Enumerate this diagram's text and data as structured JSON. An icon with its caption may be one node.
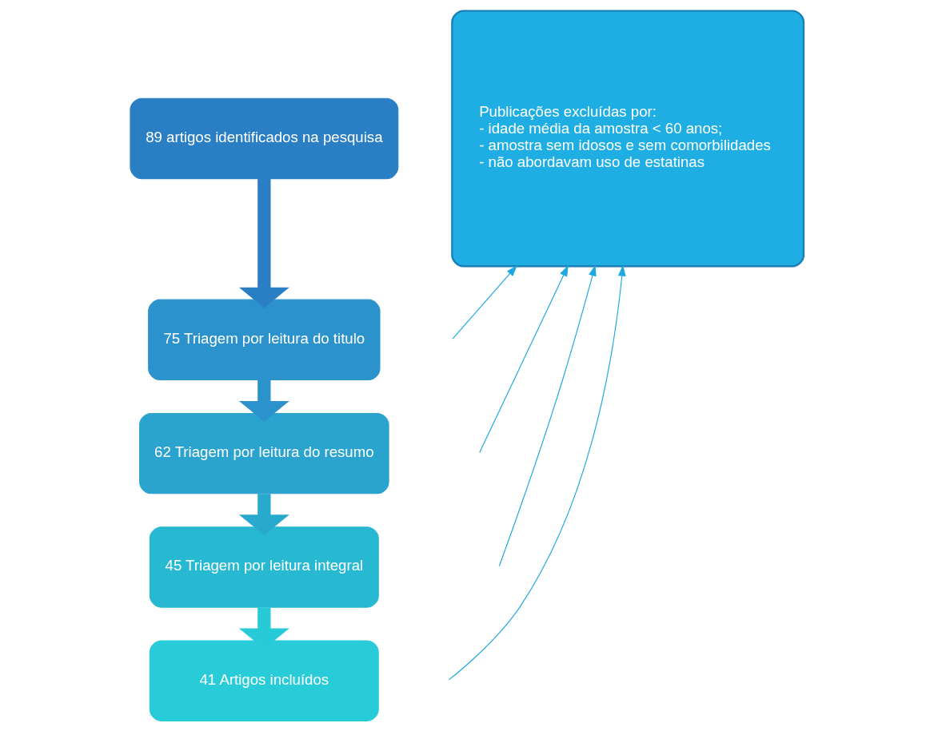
{
  "diagram": {
    "nodes": [
      {
        "text": [
          "89 artigos identificados na pesquisa"
        ]
      },
      {
        "text": [
          "75 Triagem por leitura do titulo"
        ]
      },
      {
        "text": [
          "62 Triagem por leitura do resumo"
        ]
      },
      {
        "text": [
          "45 Triagem por leitura integral"
        ]
      },
      {
        "text": [
          "41 Artigos incluídos"
        ]
      },
      {
        "text": [
          "Publicações excluídas por:",
          "- idade média da amostra < 60 anos;",
          "- amostra sem idosos e sem comorbilidades",
          "- não abordavam uso de estatinas"
        ]
      }
    ],
    "edges": [
      {
        "from": 0,
        "to": 1,
        "arrow": "to",
        "style": "thick",
        "color": "#2a7fc4"
      },
      {
        "from": 1,
        "to": 2,
        "arrow": "to",
        "style": "thick",
        "color": "#2b92cc"
      },
      {
        "from": 2,
        "to": 3,
        "arrow": "to",
        "style": "thick",
        "color": "#28aacf"
      },
      {
        "from": 3,
        "to": 4,
        "arrow": "to",
        "style": "thick",
        "color": "#27cbd8"
      },
      {
        "from": null,
        "to": 5,
        "arrow": "to",
        "color": "#1ea7e1"
      },
      {
        "from": null,
        "to": 5,
        "arrow": "to",
        "color": "#1ea7e1"
      },
      {
        "from": null,
        "to": 5,
        "arrow": "to",
        "color": "#1ea7e1"
      },
      {
        "from": null,
        "to": 5,
        "arrow": "to",
        "color": "#1ea7e1"
      }
    ]
  }
}
